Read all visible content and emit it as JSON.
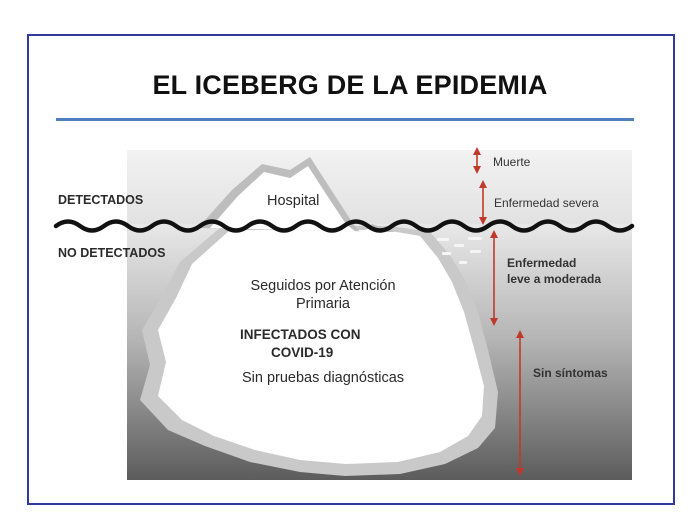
{
  "slide": {
    "title": "EL ICEBERG DE LA EPIDEMIA"
  },
  "sides": {
    "above": "DETECTADOS",
    "below": "NO DETECTADOS"
  },
  "iceberg": {
    "tip": "Hospital",
    "body_line1": "Seguidos por Atención",
    "body_line2": "Primaria",
    "infected_line1": "INFECTADOS CON",
    "infected_line2": "COVID-19",
    "no_tests": "Sin pruebas diagnósticas"
  },
  "severity_levels": [
    {
      "label": "Muerte"
    },
    {
      "label": "Enfermedad severa"
    },
    {
      "label_line1": "Enfermedad",
      "label_line2": "leve a moderada"
    },
    {
      "label": "Sin síntomas"
    }
  ],
  "colors": {
    "frame": "#2f3a9c",
    "title_rule": "#4f7fc0",
    "arrow": "#c0392b",
    "water_top": "#e6e6e6",
    "water_bottom": "#5a5a5a",
    "wave": "#111111"
  }
}
